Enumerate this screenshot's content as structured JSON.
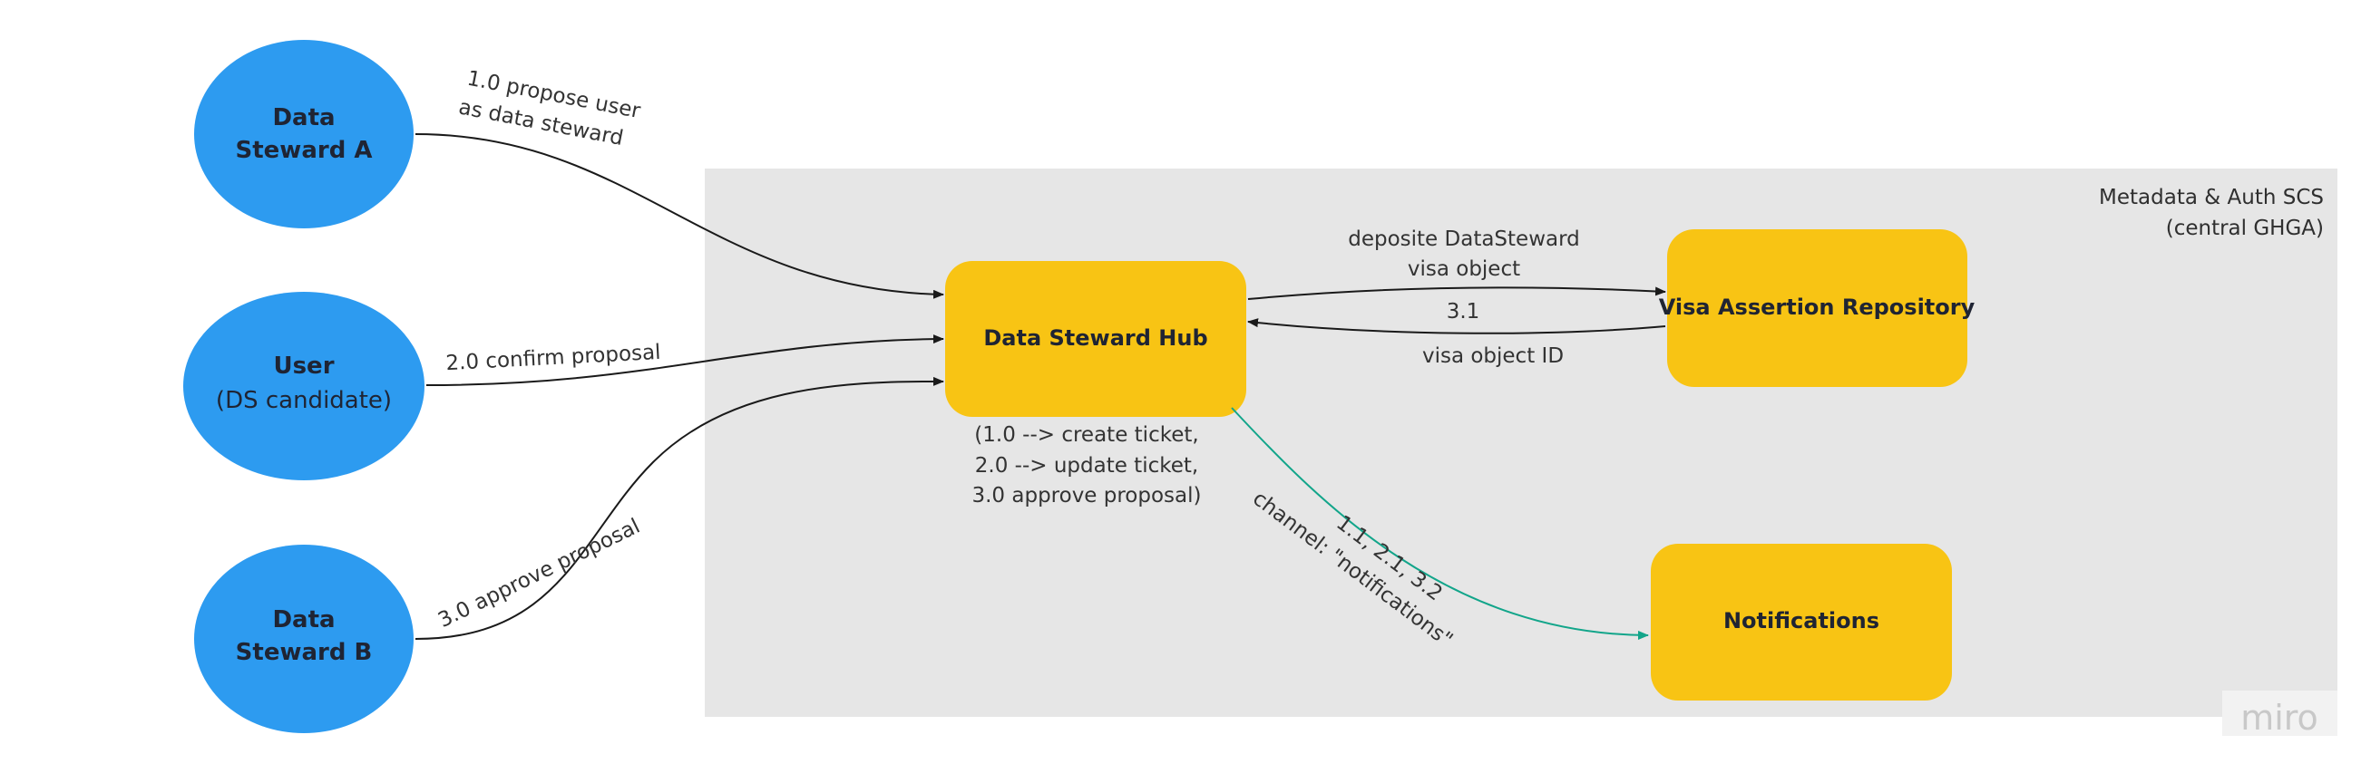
{
  "boundary": {
    "title_line1": "Metadata & Auth SCS",
    "title_line2": "(central GHGA)"
  },
  "actors": {
    "data_steward_a": {
      "line1": "Data",
      "line2": "Steward A"
    },
    "user": {
      "line1": "User",
      "line2": "(DS candidate)"
    },
    "data_steward_b": {
      "line1": "Data",
      "line2": "Steward B"
    }
  },
  "services": {
    "hub": "Data Steward Hub",
    "visa_repo": "Visa Assertion Repository",
    "notifications": "Notifications"
  },
  "edges": {
    "propose_line1": "1.0 propose user",
    "propose_line2": "as data steward",
    "confirm": "2.0 confirm proposal",
    "approve": "3.0 approve proposal",
    "deposit_line1": "deposite DataSteward",
    "deposit_line2": "visa object",
    "step_3_1": "3.1",
    "visa_id": "visa object ID",
    "notif_line1": "1.1, 2.1, 3.2",
    "notif_line2": "channel: \"notifications\""
  },
  "hub_note": {
    "line1": "(1.0 -->  create ticket,",
    "line2": "2.0 --> update ticket,",
    "line3": "3.0 approve proposal)"
  },
  "watermark": "miro",
  "colors": {
    "actor": "#2d9bf0",
    "service": "#f8c414",
    "boundary": "#e6e6e6",
    "arrow": "#1a1a1a",
    "notification_arrow": "#12a58a"
  }
}
